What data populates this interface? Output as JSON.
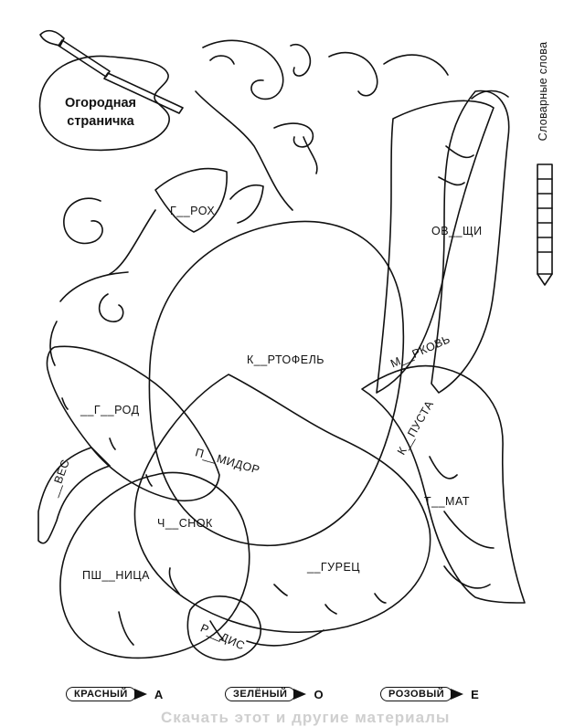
{
  "palette_title_lines": [
    "Огородная",
    "страничка"
  ],
  "side_title": "Словарные слова",
  "words": {
    "gorokh": "Г__РОХ",
    "ovoshchi": "ОВ__ЩИ",
    "kartofel": "К__РТОФЕЛЬ",
    "morkov": "М__РКОВЬ",
    "ogorod": "__Г__РОД",
    "kapusta": "К__ПУСТА",
    "pomidor": "П__МИДОР",
    "oves": "__ВЁС",
    "tomat": "Т__МАТ",
    "chesnok": "Ч__СНОК",
    "pshenitsa": "ПШ__НИЦА",
    "ogurets": "__ГУРЕЦ",
    "redis": "Р__ДИС"
  },
  "legend": [
    {
      "color_name": "КРАСНЫЙ",
      "letter": "А",
      "color": "#d32f2f"
    },
    {
      "color_name": "ЗЕЛЁНЫЙ",
      "letter": "О",
      "color": "#2e7d32"
    },
    {
      "color_name": "РОЗОВЫЙ",
      "letter": "Е",
      "color": "#e91e63"
    }
  ],
  "footer_text": "Скачать этот и другие материалы",
  "icons": [
    "palette-icon",
    "paintbrush-icon",
    "pencil-icon",
    "carrot-icon",
    "potato-icon",
    "cucumber-icon",
    "garlic-icon",
    "pea-pod-icon",
    "radish-icon"
  ]
}
